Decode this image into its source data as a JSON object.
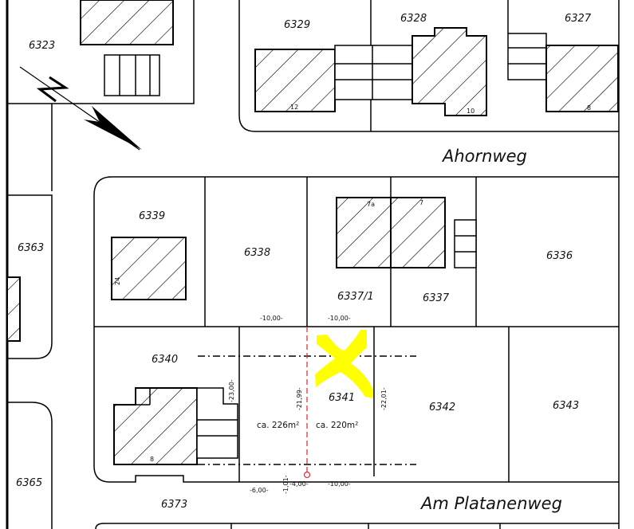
{
  "map": {
    "streets": [
      "Ahornweg",
      "Am Platanenweg"
    ],
    "parcels": [
      "6323",
      "6329",
      "6328",
      "6327",
      "6339",
      "6338",
      "6337/1",
      "6337",
      "6336",
      "6363",
      "6340",
      "6341",
      "6342",
      "6343",
      "6365",
      "6373"
    ],
    "house_numbers": [
      "12",
      "10",
      "8",
      "7a",
      "7",
      "24",
      "8"
    ],
    "dimensions": [
      "-10,00-",
      "-10,00-",
      "-23,00-",
      "-21,99-",
      "-22,01-",
      "-6,00-",
      "-1,01-",
      "-4,00-",
      "-10,00-"
    ],
    "areas": [
      "ca. 226m²",
      "ca. 220m²"
    ],
    "colors": {
      "marker": "#ffff00",
      "split_line": "#e8303a"
    },
    "icons": [
      "north-arrow-icon",
      "selection-x-marker"
    ]
  }
}
